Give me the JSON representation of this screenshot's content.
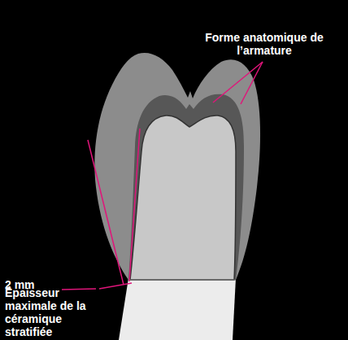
{
  "diagram": {
    "labels": [
      "Forme anatomique de l’armature",
      "2 mm",
      "Épaisseur maximale de la céramique stratifiée"
    ]
  }
}
